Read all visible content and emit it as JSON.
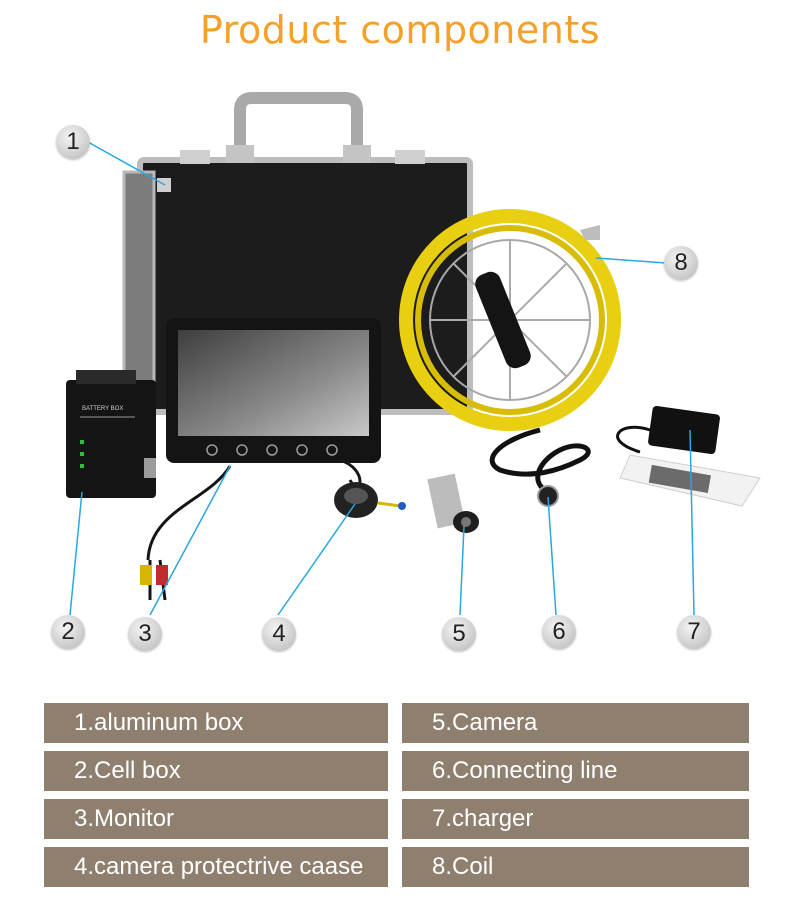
{
  "title": "Product components",
  "callouts": [
    "1",
    "2",
    "3",
    "4",
    "5",
    "6",
    "7",
    "8"
  ],
  "components": [
    "1.aluminum box",
    "2.Cell box",
    "3.Monitor",
    "4.camera protectrive caase",
    "5.Camera",
    "6.Connecting line",
    "7.charger",
    "8.Coil"
  ],
  "battery_box_label": "BATTERY BOX",
  "colors": {
    "title": "#f3a12a",
    "table_cell": "#8e7f6f",
    "callout_line": "#2aa6e0",
    "cable": "#f0d21a"
  }
}
